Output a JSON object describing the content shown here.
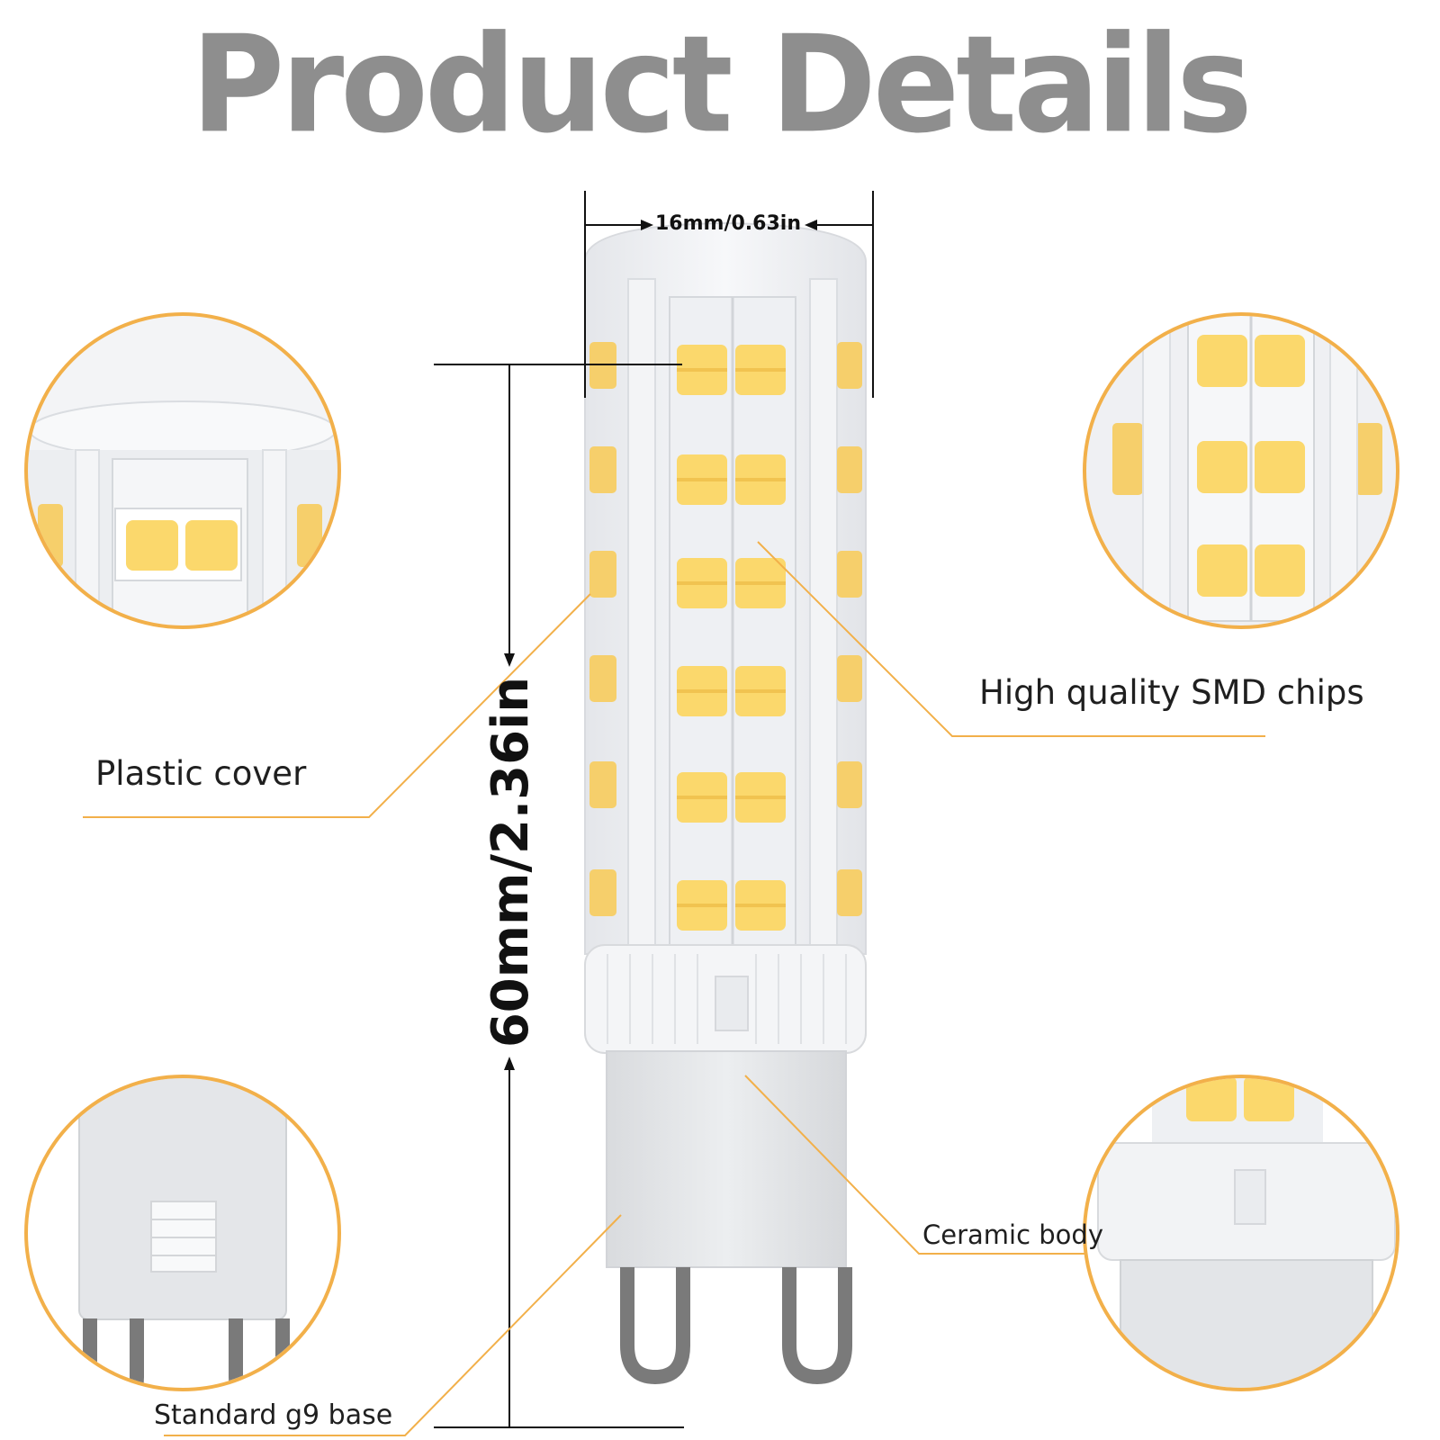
{
  "title": "Product Details",
  "dimensions": {
    "width": "16mm/0.63in",
    "height": "60mm/2.36in"
  },
  "callouts": {
    "plastic_cover": "Plastic cover",
    "smd_chips": "High quality SMD chips",
    "ceramic_body": "Ceramic body",
    "g9_base": "Standard g9 base"
  },
  "colors": {
    "title_gray": "#8e8e8e",
    "accent_orange": "#f2b04a",
    "chip_yellow": "#fbd86c",
    "pin_gray": "#7a7a7a"
  }
}
